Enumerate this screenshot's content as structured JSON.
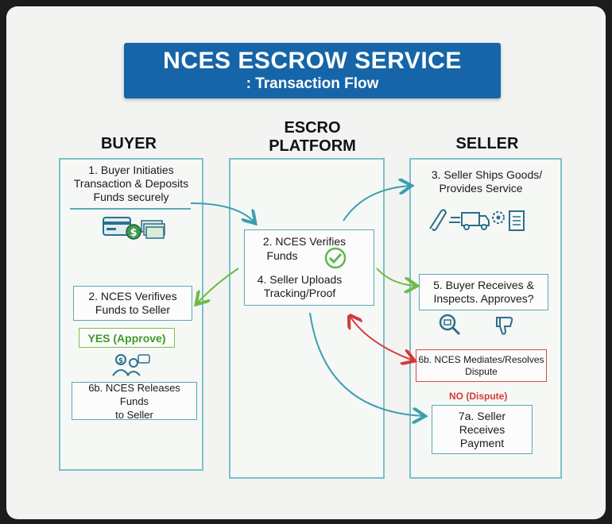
{
  "title": {
    "main": "NCES ESCROW SERVICE",
    "sub": ": Transaction Flow"
  },
  "lanes": {
    "buyer": "BUYER",
    "platform_line1": "ESCRO",
    "platform_line2": "PLATFORM",
    "seller": "SELLER"
  },
  "buyer": {
    "step1_line1": "1.  Buyer Initiaties",
    "step1_line2": "Transaction & Deposits",
    "step1_line3": "Funds securely",
    "step2_line1": "2. NCES  Verifives",
    "step2_line2": "Funds to Seller",
    "yes_label": "YES (Approve)",
    "step6b_line1": "6b. NCES Releases Funds",
    "step6b_line2": "to Seller"
  },
  "platform": {
    "step2_line1": "2.  NCES Verifies",
    "step2_line2": "Funds",
    "step4_line1": "4.  Seller Uploads",
    "step4_line2": "Tracking/Proof"
  },
  "seller": {
    "step3_line1": "3.  Seller Ships Goods/",
    "step3_line2": "Provides Service",
    "step5_line1": "5.  Buyer Receives &",
    "step5_line2": "Inspects. Approves?",
    "step6b_line1": "6b. NCES  Mediates/Resolves",
    "step6b_line2": "Dispute",
    "no_label": "NO (Dispute)",
    "step7a_line1": "7a.  Seller",
    "step7a_line2": "Receives",
    "step7a_line3": "Payment"
  },
  "colors": {
    "banner": "#1565a8",
    "lane_border": "#7cc0cc",
    "flow_arrow": "#3a9fb0",
    "approve_arrow": "#6dbb45",
    "dispute_arrow": "#d43a3a",
    "approve_text": "#3f9a2a",
    "dispute_text": "#d43a3a"
  }
}
